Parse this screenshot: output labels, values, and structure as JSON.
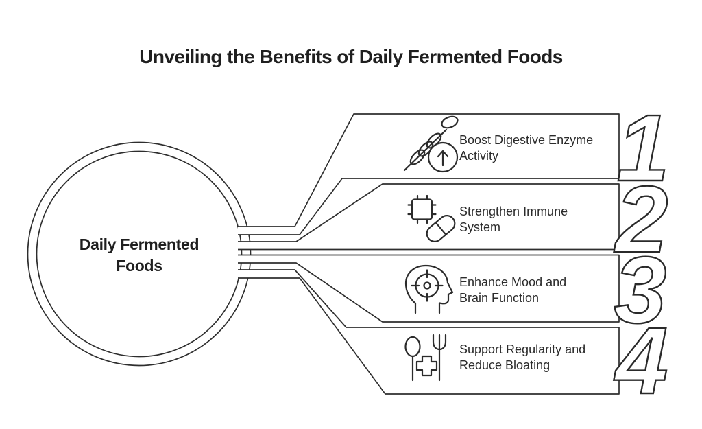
{
  "colors": {
    "background": "#ffffff",
    "line_ink": "#2e2e2e",
    "text_ink": "#1f1f1f"
  },
  "title": "Unveiling the Benefits of Daily Fermented Foods",
  "center": {
    "label_line1": "Daily Fermented",
    "label_line2": "Foods"
  },
  "items": [
    {
      "number": "1",
      "label_line1": "Boost Digestive Enzyme",
      "label_line2": "Activity",
      "icon": "wheat-increase-icon"
    },
    {
      "number": "2",
      "label_line1": "Strengthen Immune",
      "label_line2": "System",
      "icon": "chip-capsule-icon"
    },
    {
      "number": "3",
      "label_line1": "Enhance Mood and",
      "label_line2": "Brain Function",
      "icon": "head-focus-icon"
    },
    {
      "number": "4",
      "label_line1": "Support Regularity and",
      "label_line2": "Reduce Bloating",
      "icon": "cutlery-health-cross-icon"
    }
  ]
}
